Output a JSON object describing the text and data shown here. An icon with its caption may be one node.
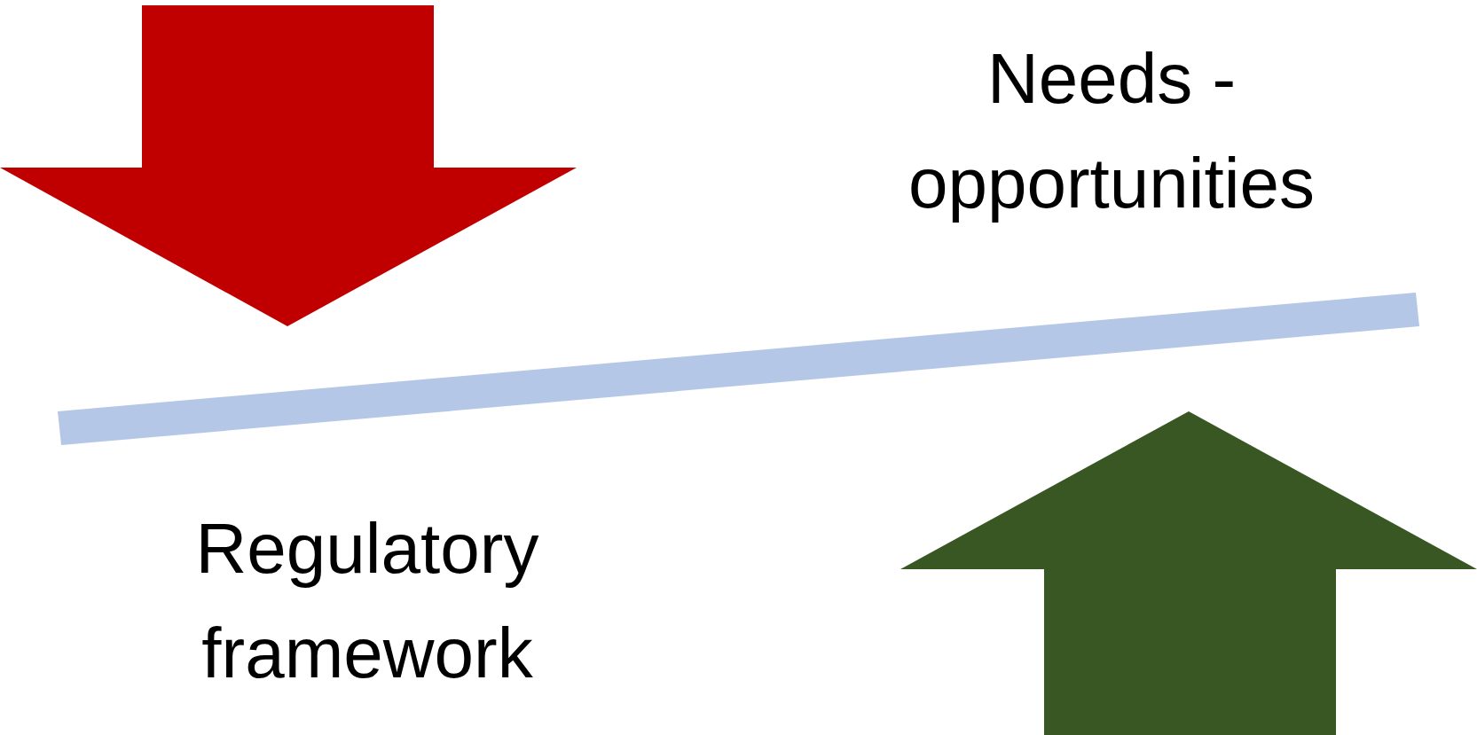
{
  "diagram": {
    "nodes": [
      {
        "text": [],
        "shape": "bar"
      }
    ],
    "labels": [
      "Needs - opportunities",
      "Regulatory framework"
    ]
  }
}
